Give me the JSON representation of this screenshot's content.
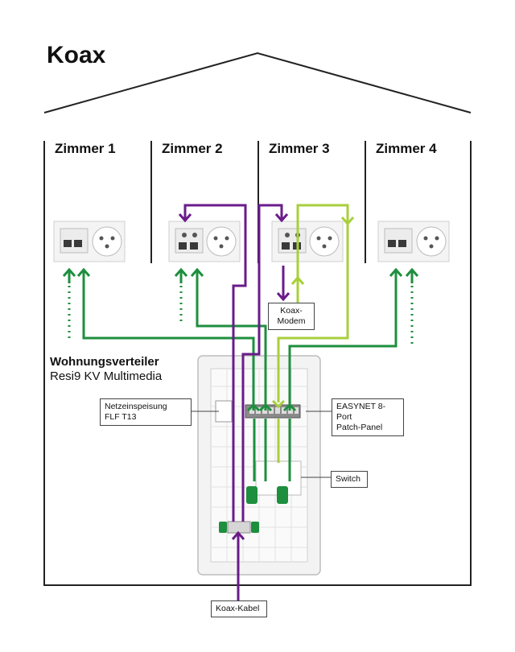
{
  "title": "Koax",
  "rooms": [
    "Zimmer 1",
    "Zimmer 2",
    "Zimmer 3",
    "Zimmer 4"
  ],
  "distributor": {
    "title": "Wohnungsverteiler",
    "subtitle": "Resi9 KV Multimedia"
  },
  "labels": {
    "modem_line1": "Koax-",
    "modem_line2": "Modem",
    "power_line1": "Netzeinspeisung",
    "power_line2": "FLF T13",
    "patch_line1": "EASYNET 8-Port",
    "patch_line2": "Patch-Panel",
    "switch": "Switch",
    "cable": "Koax-Kabel"
  },
  "colors": {
    "purple": "#6a1b8a",
    "green": "#1e8f3e",
    "lightgreen": "#a8cf3c",
    "line": "#222222"
  }
}
